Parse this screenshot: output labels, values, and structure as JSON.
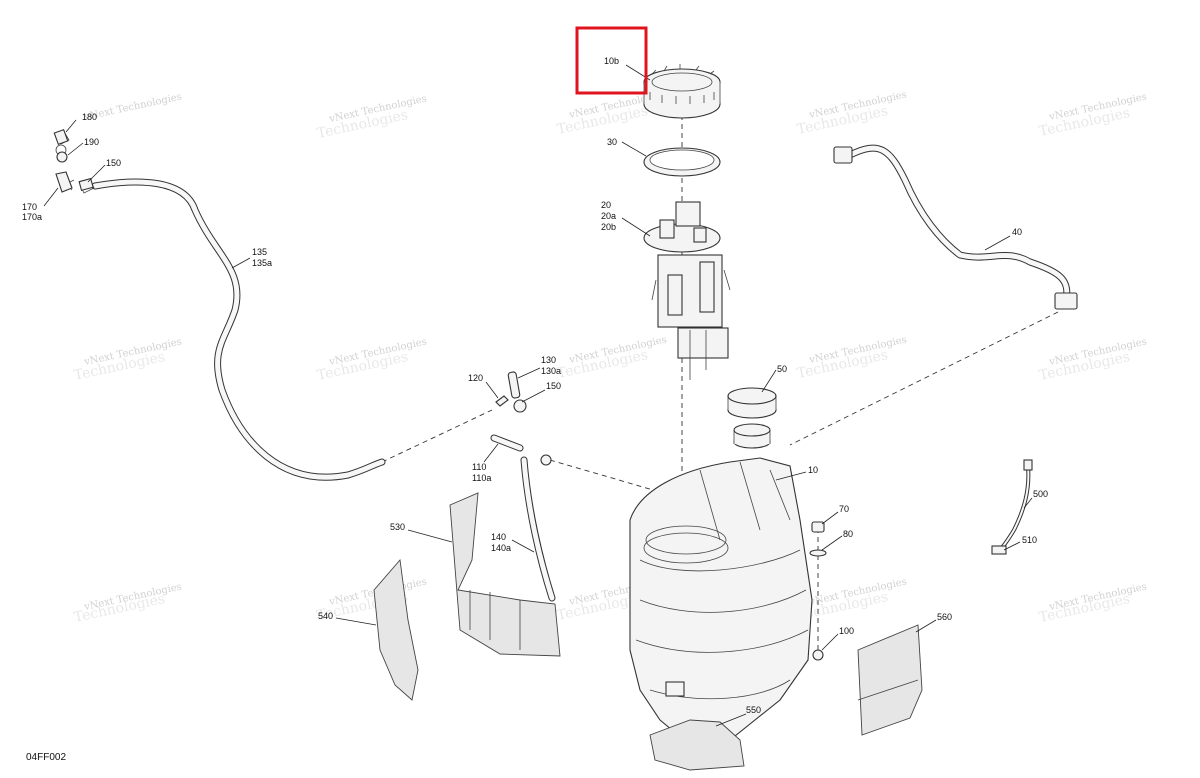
{
  "diagram_code": "04FF002",
  "watermark": {
    "line1": "vNext Technologies",
    "line2": "vNext",
    "line3": "Technologies"
  },
  "highlight_color": "#e0141e",
  "callouts": [
    {
      "id": "c180",
      "lines": [
        "180"
      ]
    },
    {
      "id": "c190",
      "lines": [
        "190"
      ]
    },
    {
      "id": "c150a",
      "lines": [
        "150"
      ]
    },
    {
      "id": "c170",
      "lines": [
        "170",
        "170a"
      ]
    },
    {
      "id": "c135",
      "lines": [
        "135",
        "135a"
      ]
    },
    {
      "id": "c10b",
      "lines": [
        "10b"
      ]
    },
    {
      "id": "c30",
      "lines": [
        "30"
      ]
    },
    {
      "id": "c20",
      "lines": [
        "20",
        "20a",
        "20b"
      ]
    },
    {
      "id": "c40",
      "lines": [
        "40"
      ]
    },
    {
      "id": "c50",
      "lines": [
        "50"
      ]
    },
    {
      "id": "c120",
      "lines": [
        "120"
      ]
    },
    {
      "id": "c130",
      "lines": [
        "130",
        "130a"
      ]
    },
    {
      "id": "c150b",
      "lines": [
        "150"
      ]
    },
    {
      "id": "c110",
      "lines": [
        "110",
        "110a"
      ]
    },
    {
      "id": "c10",
      "lines": [
        "10"
      ]
    },
    {
      "id": "c500",
      "lines": [
        "500"
      ]
    },
    {
      "id": "c510",
      "lines": [
        "510"
      ]
    },
    {
      "id": "c70",
      "lines": [
        "70"
      ]
    },
    {
      "id": "c80",
      "lines": [
        "80"
      ]
    },
    {
      "id": "c530",
      "lines": [
        "530"
      ]
    },
    {
      "id": "c140",
      "lines": [
        "140",
        "140a"
      ]
    },
    {
      "id": "c540",
      "lines": [
        "540"
      ]
    },
    {
      "id": "c100",
      "lines": [
        "100"
      ]
    },
    {
      "id": "c560",
      "lines": [
        "560"
      ]
    },
    {
      "id": "c550",
      "lines": [
        "550"
      ]
    }
  ]
}
